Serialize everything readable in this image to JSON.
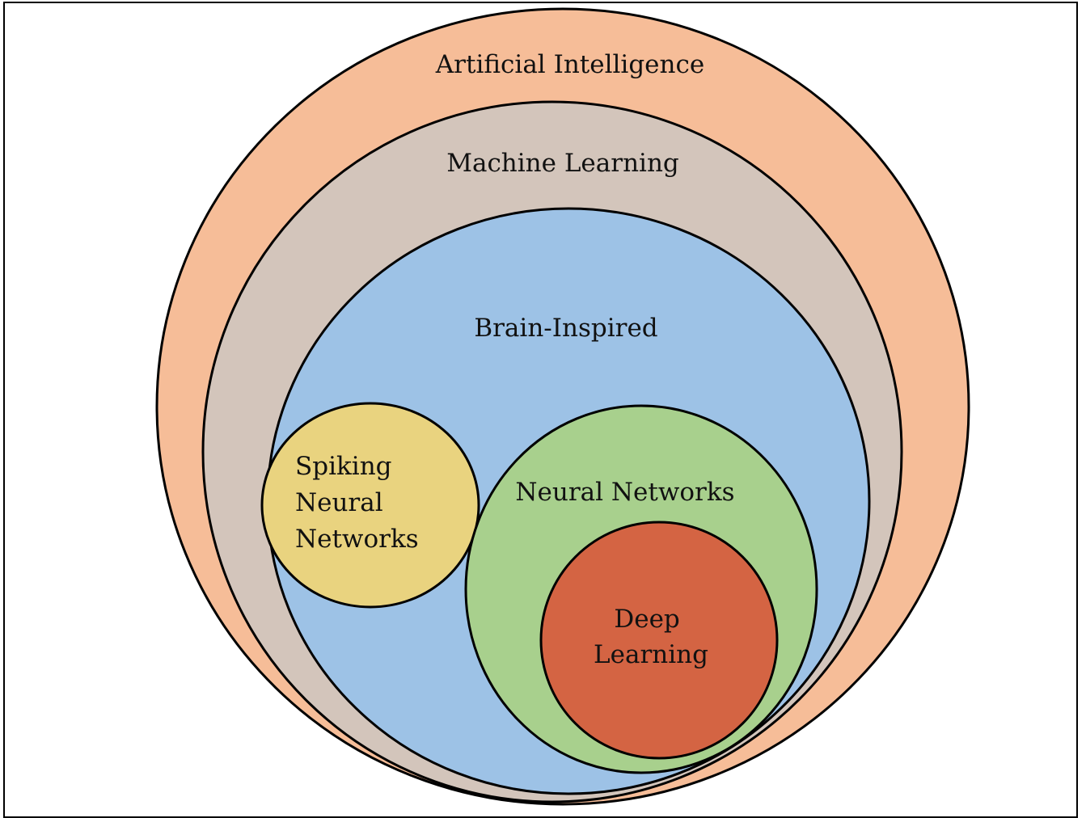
{
  "diagram": {
    "regions": [
      {
        "id": "ai",
        "label_lines": [
          "Artificial Intelligence"
        ],
        "color": "#F6BD98"
      },
      {
        "id": "ml",
        "label_lines": [
          "Machine Learning"
        ],
        "color": "#D3C5BB"
      },
      {
        "id": "bi",
        "label_lines": [
          "Brain-Inspired"
        ],
        "color": "#9DC2E6"
      },
      {
        "id": "snn",
        "label_lines": [
          "Spiking",
          "Neural",
          "Networks"
        ],
        "color": "#E9D37F"
      },
      {
        "id": "nn",
        "label_lines": [
          "Neural Networks"
        ],
        "color": "#A8D08D"
      },
      {
        "id": "dl",
        "label_lines": [
          "Deep",
          "Learning"
        ],
        "color": "#D46443"
      }
    ],
    "stroke_color": "#000000"
  }
}
